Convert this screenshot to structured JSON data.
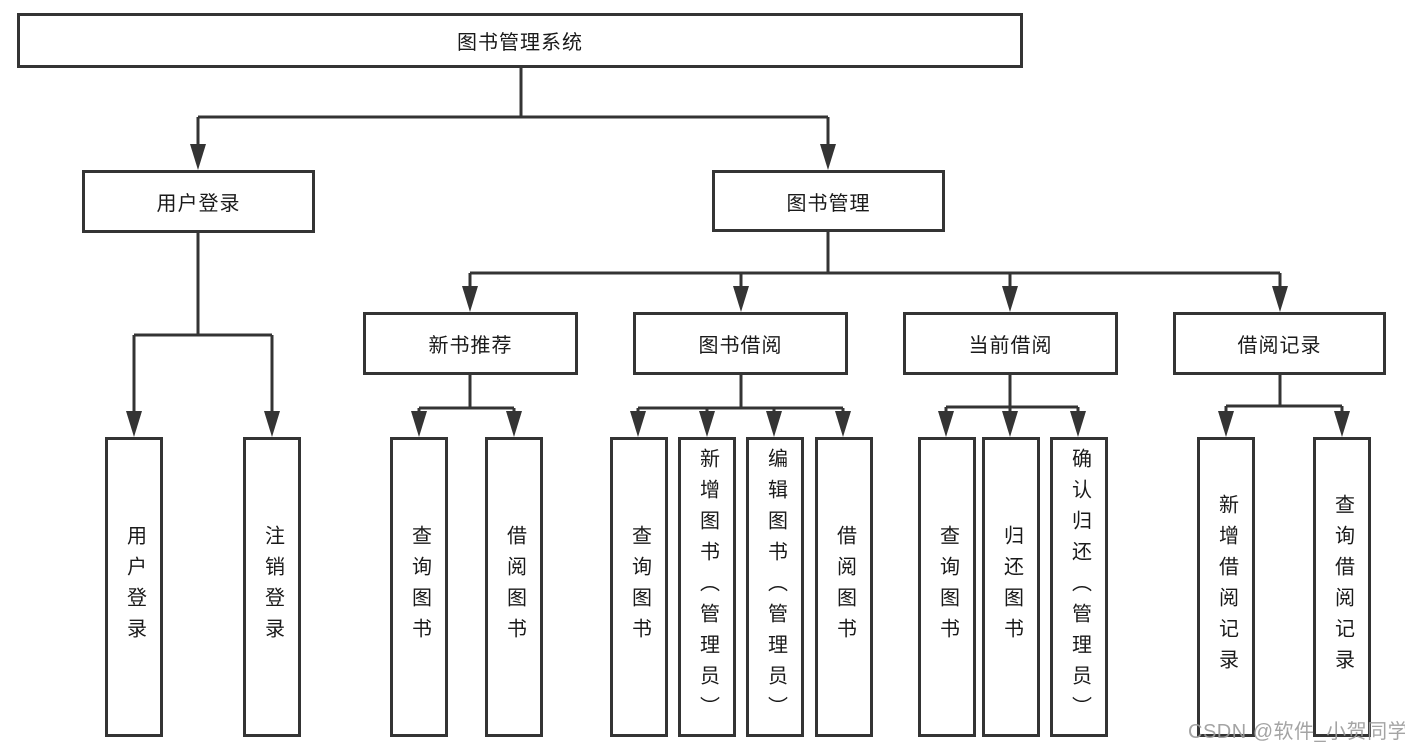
{
  "diagram": {
    "root": {
      "label": "图书管理系统"
    },
    "level2": [
      {
        "label": "用户登录"
      },
      {
        "label": "图书管理"
      }
    ],
    "level3": [
      {
        "label": "新书推荐"
      },
      {
        "label": "图书借阅"
      },
      {
        "label": "当前借阅"
      },
      {
        "label": "借阅记录"
      }
    ],
    "leaves": [
      {
        "label": "用户登录"
      },
      {
        "label": "注销登录"
      },
      {
        "label": "查询图书"
      },
      {
        "label": "借阅图书"
      },
      {
        "label": "查询图书"
      },
      {
        "label": "新增图书（管理员）"
      },
      {
        "label": "编辑图书（管理员）"
      },
      {
        "label": "借阅图书"
      },
      {
        "label": "查询图书"
      },
      {
        "label": "归还图书"
      },
      {
        "label": "确认归还（管理员）"
      },
      {
        "label": "新增借阅记录"
      },
      {
        "label": "查询借阅记录"
      }
    ],
    "edges": [
      {
        "from": "图书管理系统",
        "to": [
          "用户登录",
          "图书管理"
        ]
      },
      {
        "from": "用户登录",
        "to": [
          "用户登录",
          "注销登录"
        ]
      },
      {
        "from": "图书管理",
        "to": [
          "新书推荐",
          "图书借阅",
          "当前借阅",
          "借阅记录"
        ]
      },
      {
        "from": "新书推荐",
        "to": [
          "查询图书",
          "借阅图书"
        ]
      },
      {
        "from": "图书借阅",
        "to": [
          "查询图书",
          "新增图书（管理员）",
          "编辑图书（管理员）",
          "借阅图书"
        ]
      },
      {
        "from": "当前借阅",
        "to": [
          "查询图书",
          "归还图书",
          "确认归还（管理员）"
        ]
      },
      {
        "from": "借阅记录",
        "to": [
          "新增借阅记录",
          "查询借阅记录"
        ]
      }
    ],
    "watermark": "CSDN @软件_小贺同学",
    "colors": {
      "line": "#343434",
      "box_border": "#343434",
      "box_fill": "#ffffff",
      "text": "#1a1a1a",
      "watermark": "#9b9b9b",
      "background": "#ffffff"
    }
  }
}
